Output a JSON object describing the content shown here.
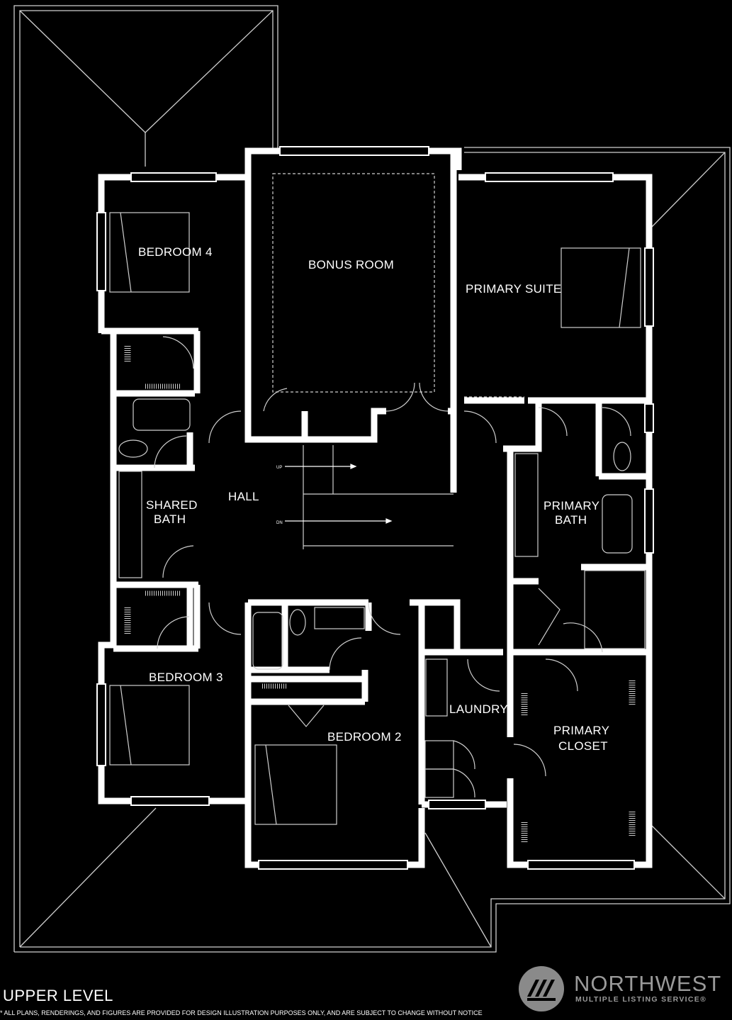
{
  "rooms": {
    "bedroom4": "BEDROOM 4",
    "bonus_room": "BONUS ROOM",
    "primary_suite": "PRIMARY SUITE",
    "shared_bath_line1": "SHARED",
    "shared_bath_line2": "BATH",
    "hall": "HALL",
    "primary_bath_line1": "PRIMARY",
    "primary_bath_line2": "BATH",
    "bedroom3": "BEDROOM 3",
    "bedroom2": "BEDROOM 2",
    "laundry": "LAUNDRY",
    "primary_closet_line1": "PRIMARY",
    "primary_closet_line2": "CLOSET"
  },
  "stairs": {
    "up": "UP",
    "down": "DN"
  },
  "level_title": "UPPER LEVEL",
  "disclaimer": "* ALL PLANS, RENDERINGS, AND FIGURES ARE PROVIDED FOR DESIGN ILLUSTRATION PURPOSES ONLY, AND ARE SUBJECT TO CHANGE WITHOUT NOTICE",
  "watermark": {
    "name": "NORTHWEST",
    "subtitle": "MULTIPLE LISTING SERVICE®",
    "mark": "NWMLS"
  },
  "colors": {
    "background": "#000000",
    "walls": "#ffffff",
    "lines": "#dddddd",
    "watermark": "#9a9a9a"
  }
}
